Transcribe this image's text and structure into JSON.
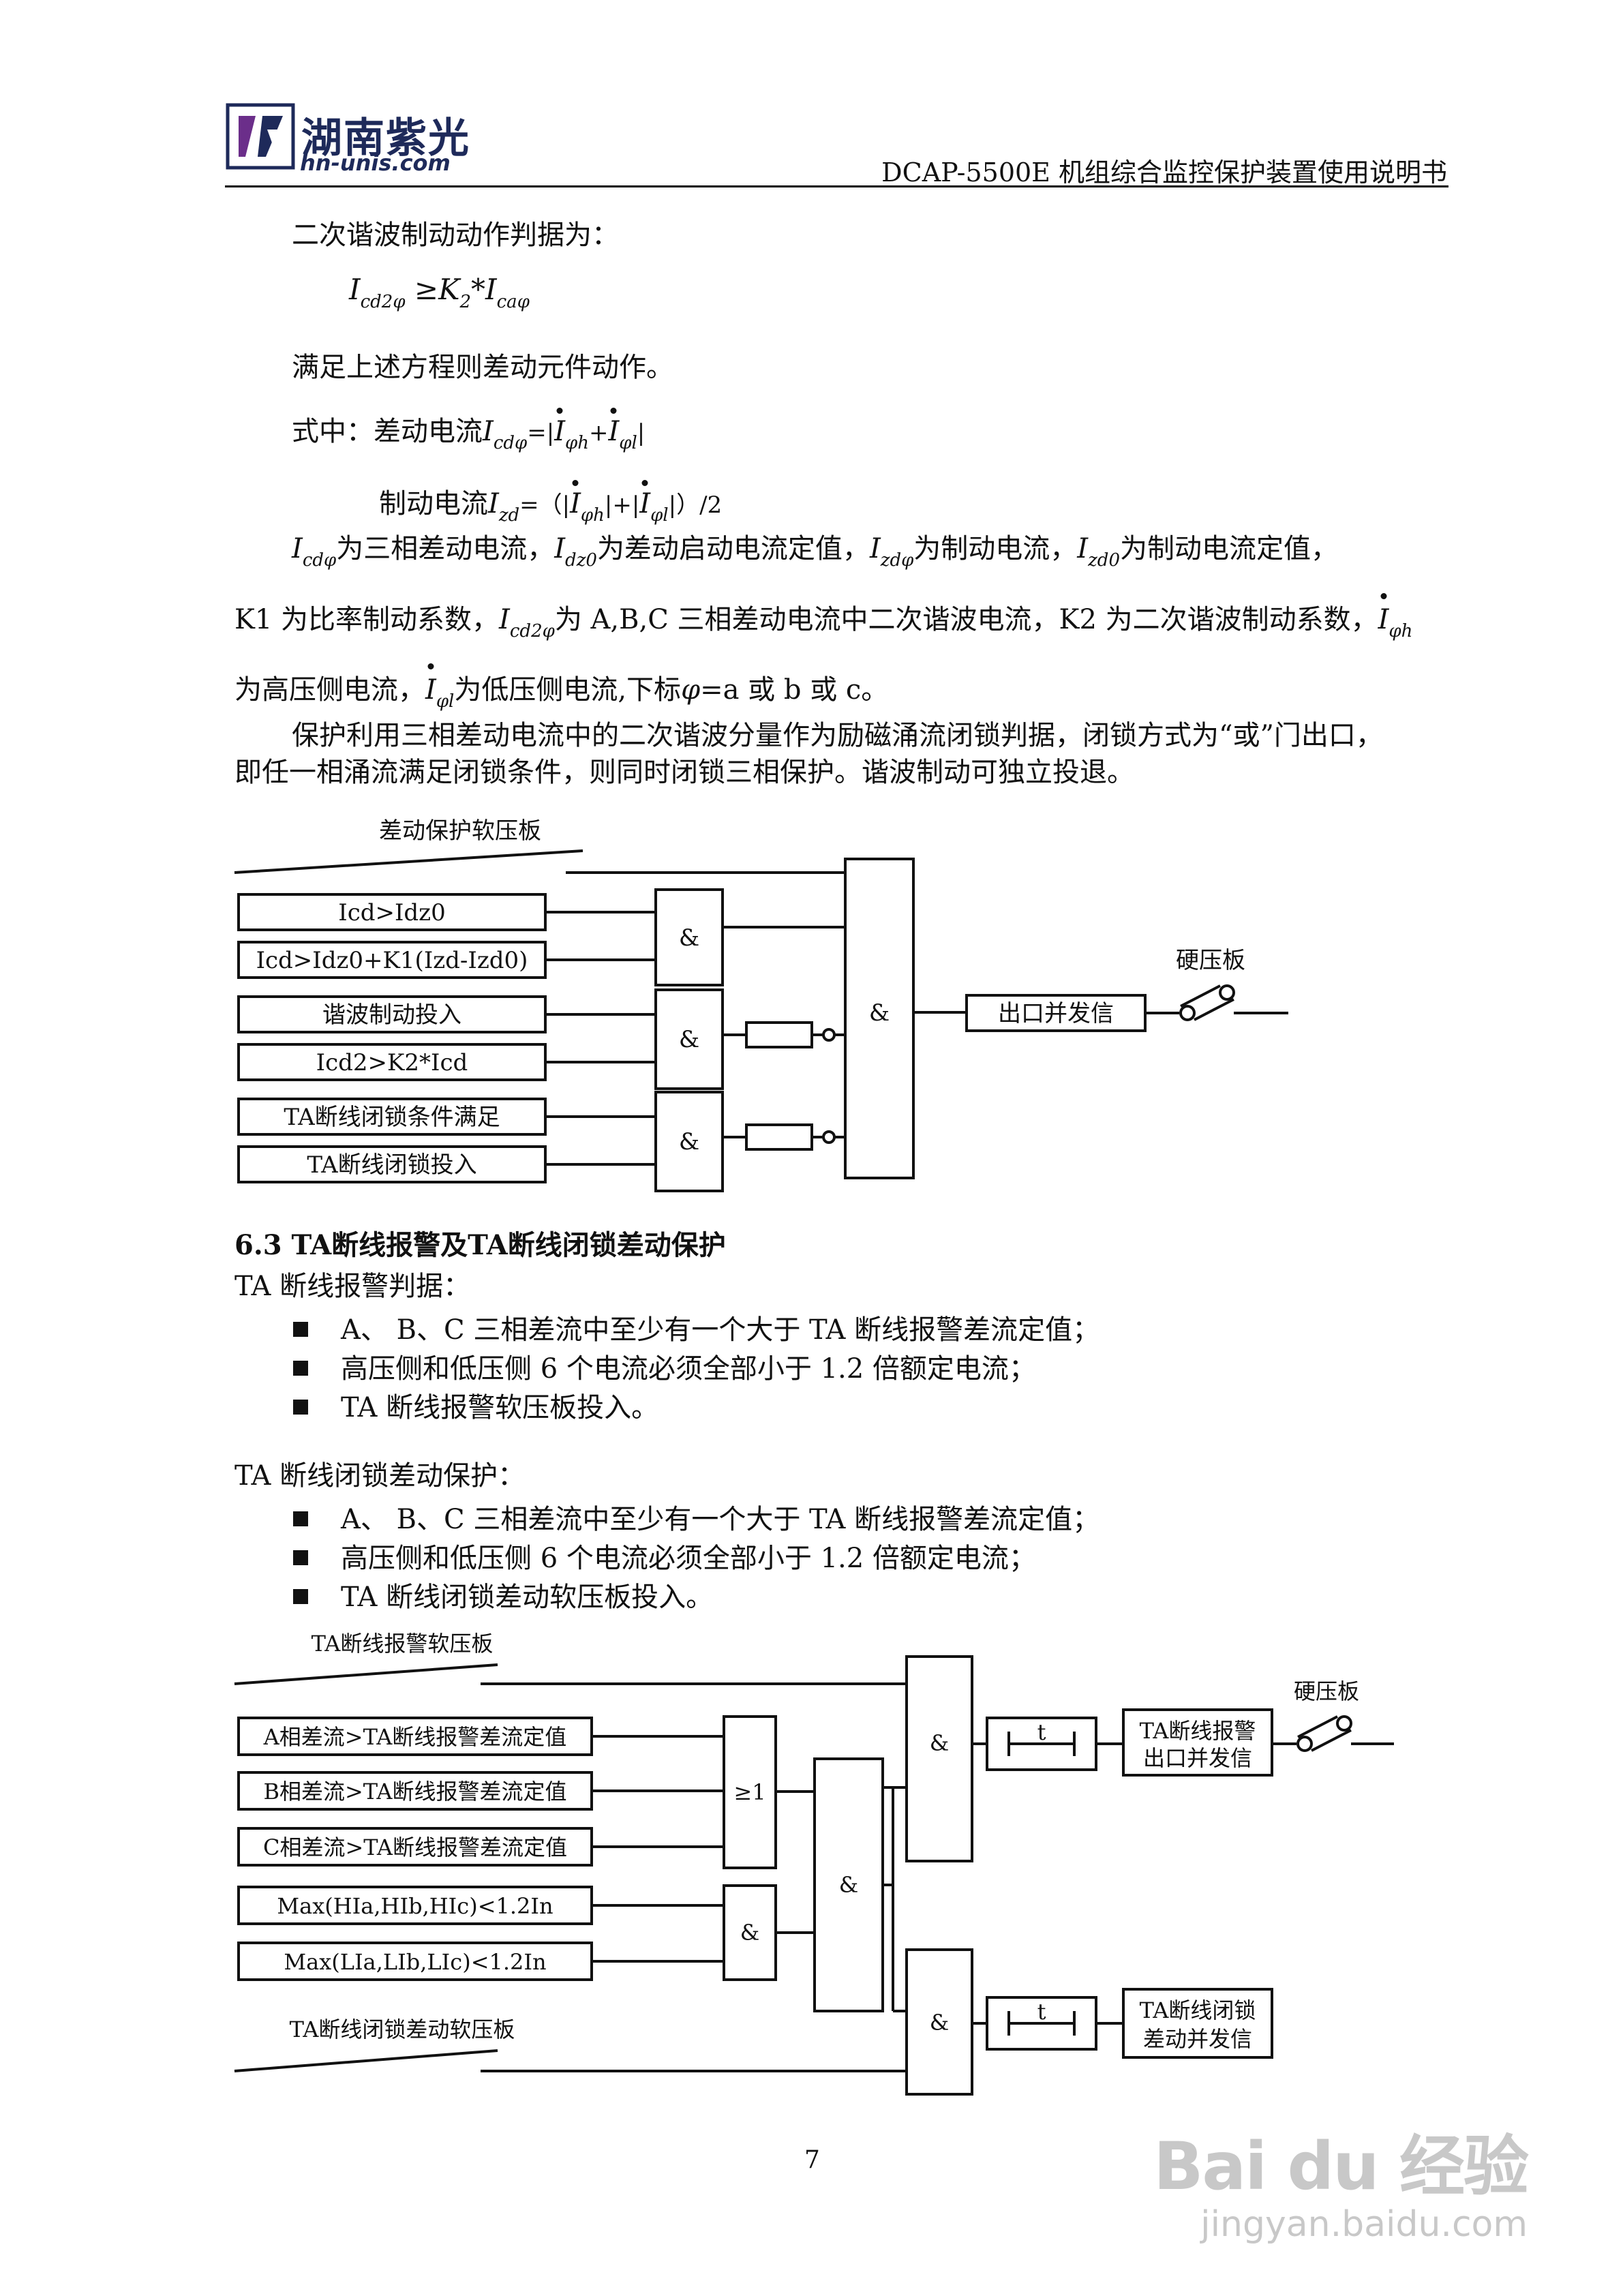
{
  "header": {
    "logo_text": "湖南紫光",
    "logo_url": "hn-unis.com",
    "title": "DCAP-5500E 机组综合监控保护装置使用说明书"
  },
  "section_harmonic": {
    "criteria_label": "二次谐波制动动作判据为：",
    "formula_main": "I",
    "formula_sub1": "cd2φ",
    "formula_op": "≥K",
    "formula_sub2": "2",
    "formula_mul": "*I",
    "formula_sub3": "caφ",
    "satisfy": "满足上述方程则差动元件动作。",
    "where_prefix": "式中：差动电流",
    "diff_I": "I",
    "diff_sub": "cdφ",
    "diff_expr_a": "=|",
    "I_char": "I",
    "sub_ph": "φh",
    "plus": "+",
    "sub_pl": "φl",
    "bar_close": "|",
    "brake_prefix": "制动电流",
    "brake_sub": "zd",
    "brake_expr_a": "=（|",
    "brake_mid": "|+|",
    "brake_end": "|）/2",
    "def_line1_a": "为三相差动电流，",
    "def_line1_sub_dz0": "dz0",
    "def_line1_b": "为差动启动电流定值，",
    "def_line1_sub_zd": "zdφ",
    "def_line1_c": "为制动电流，",
    "def_line1_sub_zd0": "zd0",
    "def_line1_d": "为制动电流定值，",
    "def_line2_a": "K1 为比率制动系数，",
    "def_line2_sub": "cd2φ",
    "def_line2_b": "为 A,B,C 三相差动电流中二次谐波电流，K2 为二次谐波制动系数，",
    "def_line3_a": "为高压侧电流，",
    "def_line3_b": "为低压侧电流,下标",
    "def_line3_phi": "φ",
    "def_line3_c": "=a 或 b 或 c。",
    "para1": "保护利用三相差动电流中的二次谐波分量作为励磁涌流闭锁判据，闭锁方式为“或”门出口，",
    "para2": "即任一相涌流满足闭锁条件，则同时闭锁三相保护。谐波制动可独立投退。"
  },
  "diagram1": {
    "soft_plate": "差动保护软压板",
    "inputs": [
      "Icd>Idz0",
      "Icd>Idz0+K1(Izd-Izd0)",
      "谐波制动投入",
      "Icd2>K2*Icd",
      "TA断线闭锁条件满足",
      "TA断线闭锁投入"
    ],
    "and_label": "&",
    "output": "出口并发信",
    "hard_plate": "硬压板"
  },
  "section_ta": {
    "heading": "6.3 TA断线报警及TA断线闭锁差动保护",
    "alarm_label": "TA 断线报警判据：",
    "alarm_items": [
      "A、 B、C 三相差流中至少有一个大于 TA 断线报警差流定值；",
      "高压侧和低压侧 6 个电流必须全部小于 1.2 倍额定电流；",
      "TA 断线报警软压板投入。"
    ],
    "lock_label": "TA 断线闭锁差动保护：",
    "lock_items": [
      "A、 B、C 三相差流中至少有一个大于 TA 断线报警差流定值；",
      "高压侧和低压侧 6 个电流必须全部小于 1.2 倍额定电流；",
      "TA 断线闭锁差动软压板投入。"
    ]
  },
  "diagram2": {
    "alarm_soft_plate": "TA断线报警软压板",
    "inputs": [
      "A相差流>TA断线报警差流定值",
      "B相差流>TA断线报警差流定值",
      "C相差流>TA断线报警差流定值",
      "Max(HIa,HIb,HIc)<1.2In",
      "Max(LIa,LIb,LIc)<1.2In"
    ],
    "or_label": "≥1",
    "and_label": "&",
    "timer_label": "t",
    "alarm_output": [
      "TA断线报警",
      "出口并发信"
    ],
    "lock_output": [
      "TA断线闭锁",
      "差动并发信"
    ],
    "hard_plate": "硬压板",
    "lock_soft_plate": "TA断线闭锁差动软压板"
  },
  "footer": {
    "page_number": "7",
    "watermark_big": "Bai du 经验",
    "watermark_small": "jingyan.baidu.com"
  }
}
